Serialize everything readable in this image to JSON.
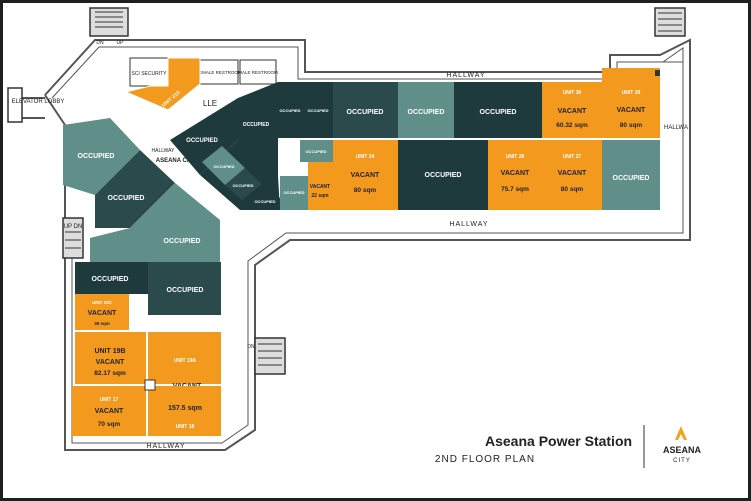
{
  "title": "Aseana Power Station",
  "subtitle": "2ND FLOOR PLAN",
  "brand": {
    "line1": "ASEANA",
    "line2": "CITY",
    "accent": "#f0a320"
  },
  "colors": {
    "vacant": "#f39a1e",
    "occupied_dark": "#1f3a3d",
    "occupied_teal": "#5f8f88",
    "occupied_mid": "#2a4a4c",
    "wall": "#555555"
  },
  "labels": {
    "hallway": "HALLWAY",
    "elevator_lobby": "ELEVATOR LOBBY",
    "sci_security": "SCI SECURITY",
    "female_restroom": "FEMALE RESTROOM",
    "male_restroom": "MALE RESTROOM",
    "aseana_city": "ASEANA CITY",
    "up_dn": "UP DN",
    "dn": "DN",
    "up": "UP",
    "hallwa": "HALLWA",
    "lle": "LLE"
  },
  "units": {
    "unit_30": {
      "name": "UNIT 30",
      "status": "VACANT",
      "area": "60.32 sqm"
    },
    "unit_29": {
      "name": "UNIT 29",
      "status": "VACANT",
      "area": "80 sqm"
    },
    "unit_24": {
      "name": "UNIT 24",
      "status": "VACANT",
      "area": "80 sqm"
    },
    "unit_22": {
      "name": "",
      "status": "VACANT",
      "area": "22 sqm"
    },
    "unit_26": {
      "name": "UNIT 26",
      "status": "VACANT",
      "area": "75.7 sqm"
    },
    "unit_27": {
      "name": "UNIT 27",
      "status": "VACANT",
      "area": "80 sqm"
    },
    "unit_20c": {
      "name": "UNIT 20C",
      "status": "VACANT",
      "area": "39 sqm"
    },
    "unit_19b": {
      "name": "UNIT 19B",
      "status": "VACANT",
      "area": "82.17 sqm"
    },
    "unit_19a": {
      "name": "UNIT 19A",
      "status": "VACANT",
      "area": ""
    },
    "unit_18": {
      "name": "UNIT 18",
      "status": "",
      "area": "157.5 sqm"
    },
    "unit_17": {
      "name": "UNIT 17",
      "status": "VACANT",
      "area": "70 sqm"
    },
    "unit_21d": {
      "name": "UNIT 21D",
      "status": "",
      "area": ""
    }
  },
  "occupied_label": "OCCUPIED"
}
